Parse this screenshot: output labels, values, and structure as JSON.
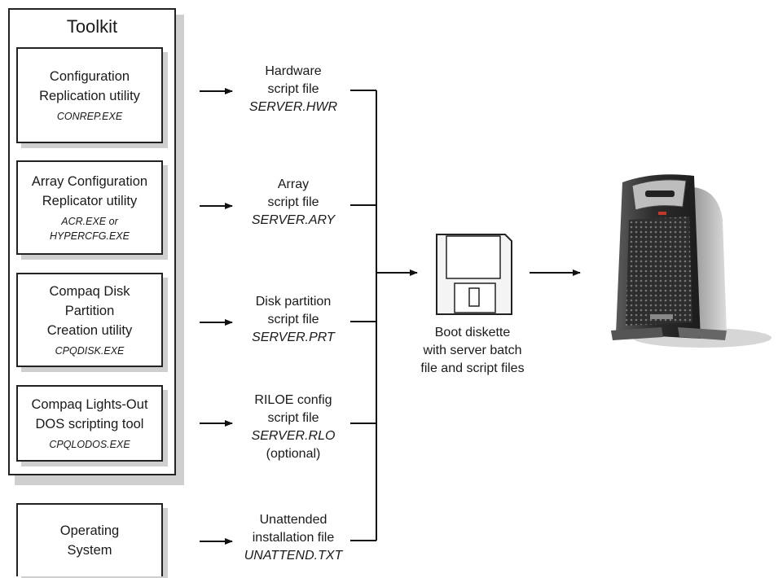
{
  "toolkit": {
    "title": "Toolkit",
    "tools": [
      {
        "label": "Configuration\nReplication utility",
        "file": "CONREP.EXE"
      },
      {
        "label": "Array Configuration\nReplicator utility",
        "file": "ACR.EXE or\nHYPERCFG.EXE"
      },
      {
        "label": "Compaq Disk\nPartition\nCreation utility",
        "file": "CPQDISK.EXE"
      },
      {
        "label": "Compaq Lights-Out\nDOS scripting tool",
        "file": "CPQLODOS.EXE"
      }
    ]
  },
  "os": {
    "label": "Operating\nSystem"
  },
  "scripts": [
    {
      "lines": [
        "Hardware",
        "script file"
      ],
      "file": "SERVER.HWR",
      "extra": ""
    },
    {
      "lines": [
        "Array",
        "script file"
      ],
      "file": "SERVER.ARY",
      "extra": ""
    },
    {
      "lines": [
        "Disk partition",
        "script file"
      ],
      "file": "SERVER.PRT",
      "extra": ""
    },
    {
      "lines": [
        "RILOE config",
        "script file"
      ],
      "file": "SERVER.RLO",
      "extra": "(optional)"
    },
    {
      "lines": [
        "Unattended",
        "installation file"
      ],
      "file": "UNATTEND.TXT",
      "extra": ""
    }
  ],
  "diskette": {
    "caption": "Boot diskette\nwith server batch\nfile and script files",
    "icon": "floppy-disk-icon"
  },
  "server": {
    "icon": "server-tower-icon"
  },
  "colors": {
    "line": "#111111",
    "server_body": "#3a3a3a",
    "server_accent": "#c0392b"
  }
}
